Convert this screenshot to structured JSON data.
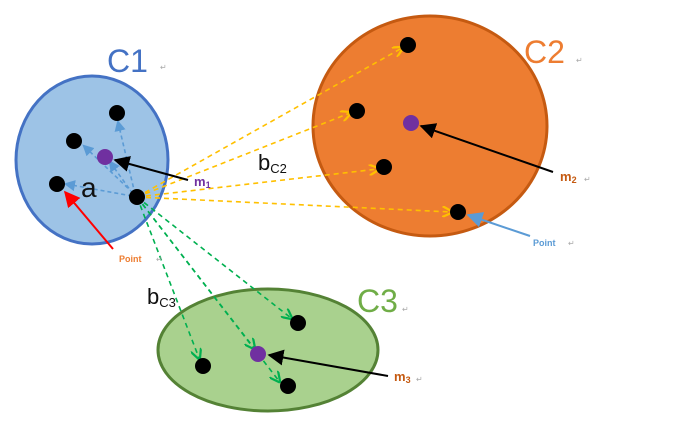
{
  "colors": {
    "c1_fill": "#9dc3e6",
    "c1_stroke": "#4472c4",
    "c1_label": "#4472c4",
    "c2_fill": "#ed7d31",
    "c2_stroke": "#c55a11",
    "c2_label": "#ed7d31",
    "c3_fill": "#a9d18e",
    "c3_stroke": "#548235",
    "c3_label": "#70ad47",
    "centroid": "#7030a0",
    "point": "#000000",
    "arrow_intra": "#5b9bd5",
    "arrow_c2": "#ffc000",
    "arrow_c3": "#00b050",
    "point_callout_red": "#ff0000",
    "point_callout_blue": "#5b9bd5",
    "point_text": "#ed7d31"
  },
  "clusters": {
    "c1": {
      "label": "C1",
      "centroid_label": "m",
      "centroid_sub": "1"
    },
    "c2": {
      "label": "C2",
      "centroid_label": "m",
      "centroid_sub": "2"
    },
    "c3": {
      "label": "C3",
      "centroid_label": "m",
      "centroid_sub": "3"
    }
  },
  "distances": {
    "a": "a",
    "b_c2_main": "b",
    "b_c2_sub": "C2",
    "b_c3_main": "b",
    "b_c3_sub": "C3"
  },
  "callouts": {
    "point_left": "Point",
    "point_right": "Point"
  },
  "marks": {
    "mark1": "↵",
    "mark2": "↵",
    "mark3": "↵",
    "mark4": "↵",
    "mark5": "↵",
    "mark6": "↵",
    "mark7": "↵"
  }
}
